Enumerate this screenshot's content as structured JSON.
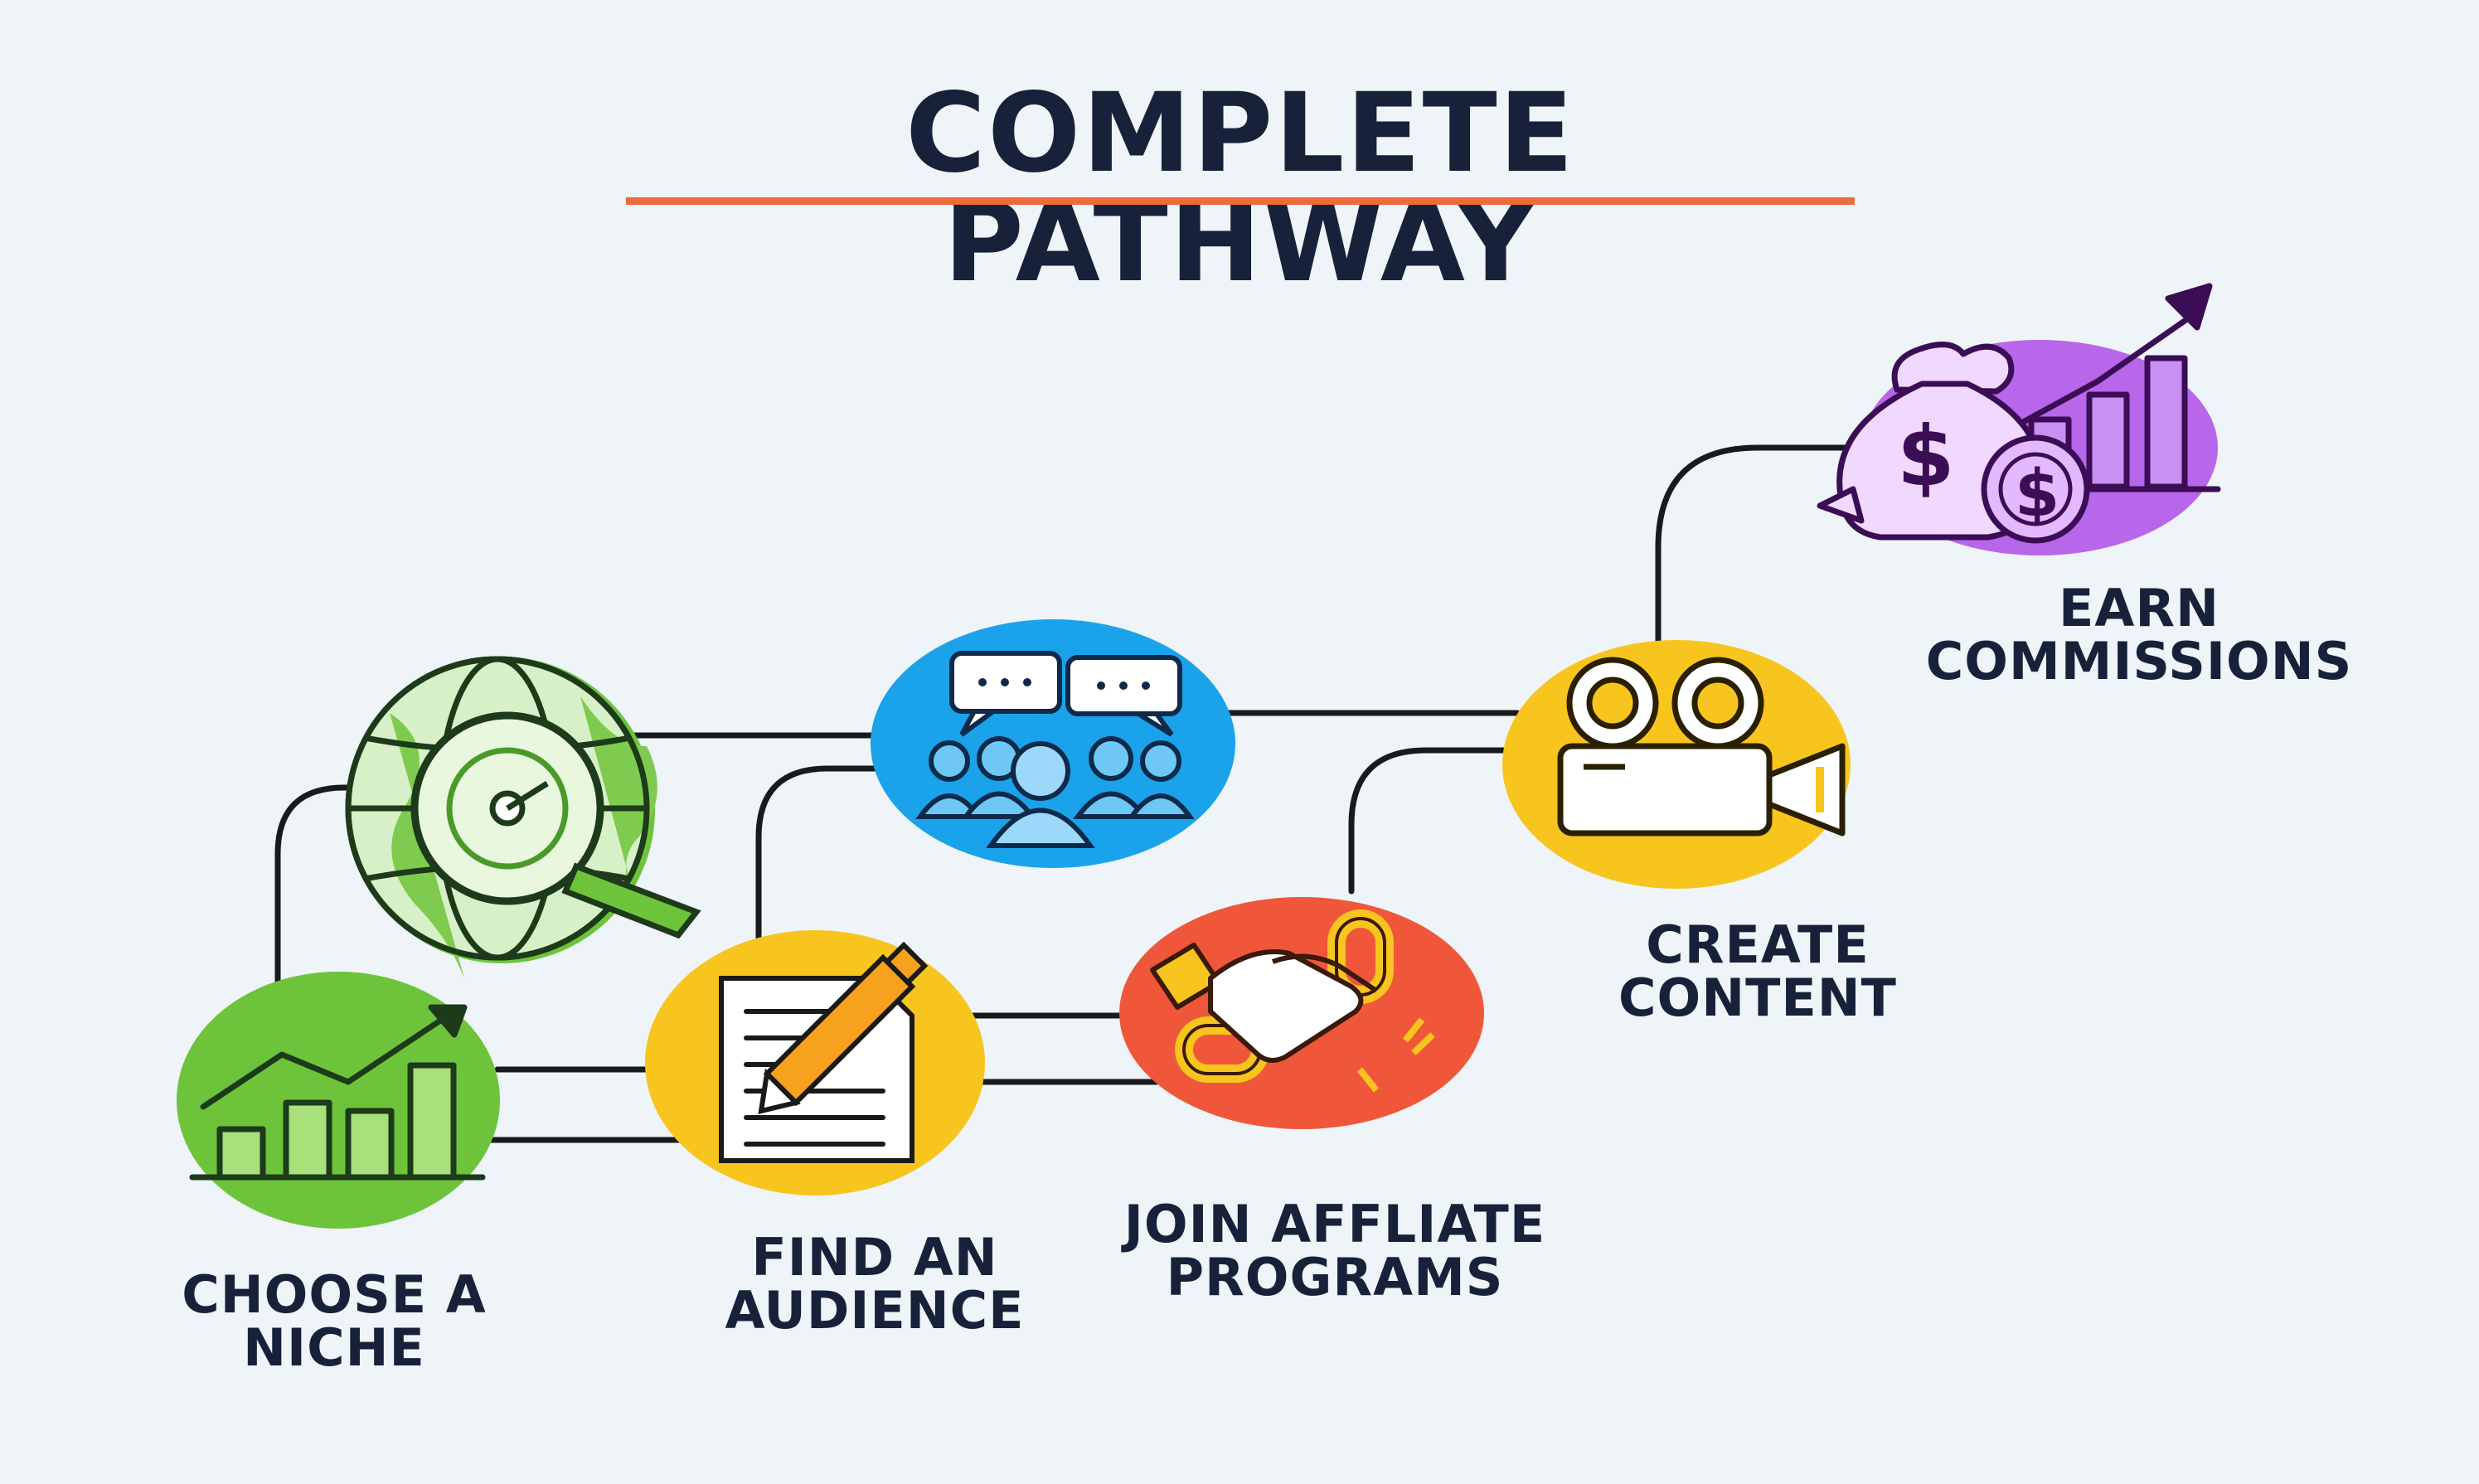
{
  "title": "COMPLETE PATHWAY",
  "colors": {
    "background": "#eef4f8",
    "title_text": "#17223a",
    "title_underline": "#ef6a3a",
    "connector": "#1a1a1a",
    "green": "#6dc43b",
    "yellow": "#f7c51e",
    "blue": "#1aa3ea",
    "red_orange": "#f0573a",
    "purple": "#b866ea"
  },
  "steps": [
    {
      "id": "choose-a-niche",
      "lines": [
        "CHOOSE A",
        "NICHE"
      ],
      "icon": "bar-chart-growth-icon",
      "color": "green"
    },
    {
      "id": "research",
      "lines": [],
      "icon": "globe-magnifier-icon",
      "color": "green"
    },
    {
      "id": "find-an-audience",
      "lines": [
        "FIND AN",
        "AUDIENCE"
      ],
      "icon": "document-pen-icon",
      "color": "yellow"
    },
    {
      "id": "community",
      "lines": [],
      "icon": "people-chat-icon",
      "color": "blue"
    },
    {
      "id": "join-affiliate-programs",
      "lines": [
        "JOIN AFFLIATE",
        "PROGRAMS"
      ],
      "icon": "handshake-chain-icon",
      "color": "red_orange"
    },
    {
      "id": "create-content",
      "lines": [
        "CREATE",
        "CONTENT"
      ],
      "icon": "video-camera-icon",
      "color": "yellow"
    },
    {
      "id": "earn-commissions",
      "lines": [
        "EARN",
        "COMMISSIONS"
      ],
      "icon": "money-bag-growth-icon",
      "color": "purple"
    }
  ]
}
